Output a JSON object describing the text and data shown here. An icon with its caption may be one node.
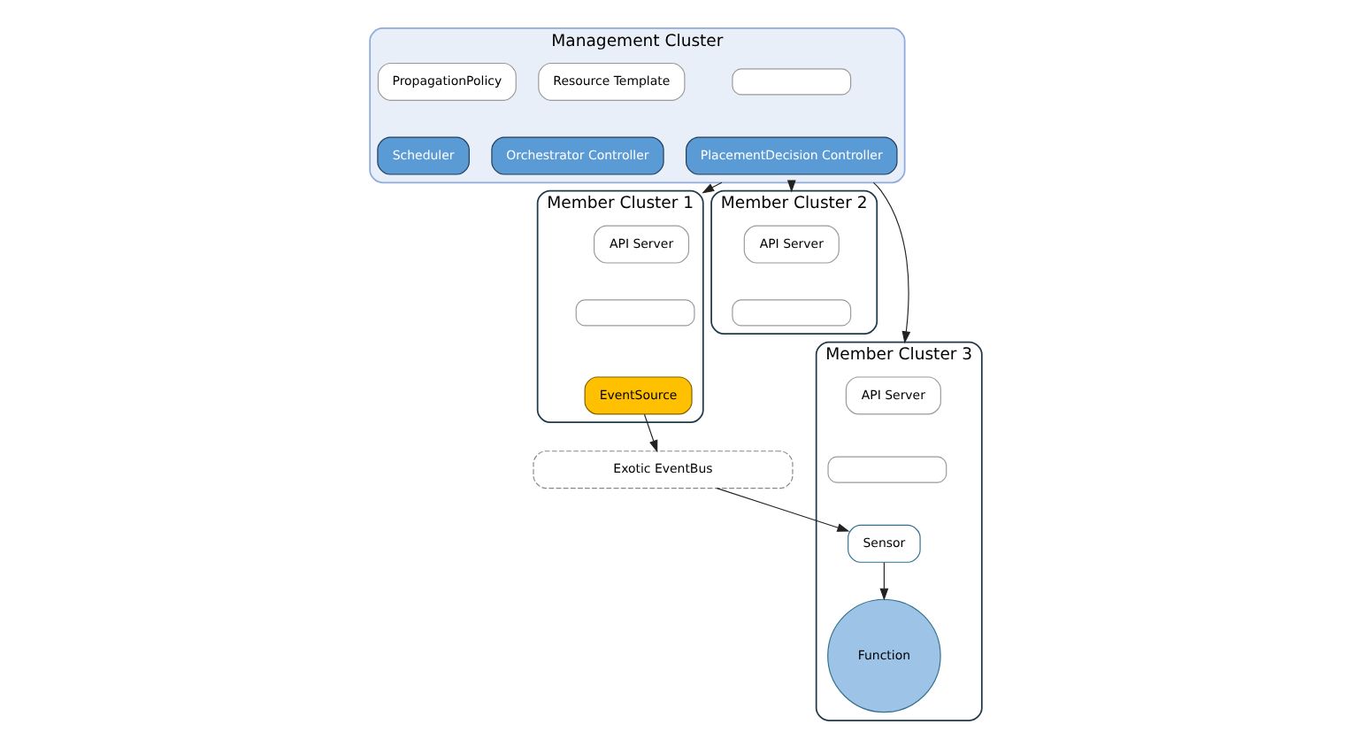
{
  "diagram": {
    "nodes": [
      {
        "text": [
          "Management Cluster"
        ]
      },
      {
        "text": [],
        "shape": "box",
        "in": 0
      },
      {
        "text": [
          "Resource Template"
        ],
        "in": 0
      },
      {
        "text": [
          "PropagationPolicy"
        ],
        "in": 0
      },
      {
        "text": [
          "PlacementDecision Controller"
        ],
        "in": 0
      },
      {
        "text": [
          "Orchestrator Controller"
        ],
        "in": 0
      },
      {
        "text": [
          "Scheduler"
        ],
        "in": 0
      },
      {
        "text": [
          "Member Cluster 1"
        ]
      },
      {
        "text": [
          "API Server"
        ],
        "in": 7
      },
      {
        "text": [],
        "shape": "box",
        "in": 7
      },
      {
        "text": [
          "EventSource"
        ],
        "in": 7
      },
      {
        "text": [
          "Member Cluster 2"
        ]
      },
      {
        "text": [
          "API Server"
        ],
        "in": 11
      },
      {
        "text": [],
        "shape": "box",
        "in": 11
      },
      {
        "text": [
          "Exotic EventBus"
        ]
      },
      {
        "text": [
          "Member Cluster 3"
        ]
      },
      {
        "text": [
          "API Server"
        ],
        "in": 15
      },
      {
        "text": [],
        "shape": "box",
        "in": 15
      },
      {
        "text": [
          "Sensor"
        ],
        "in": 15
      },
      {
        "text": [
          "Function"
        ],
        "in": 15
      }
    ],
    "edges": [
      {
        "from": 0,
        "to": 7,
        "arrow": "to"
      },
      {
        "from": 0,
        "to": 11,
        "arrow": "to"
      },
      {
        "from": 0,
        "to": 15,
        "arrow": "to"
      },
      {
        "from": 10,
        "to": 14,
        "arrow": "to"
      },
      {
        "from": 14,
        "to": 18,
        "arrow": "to"
      },
      {
        "from": 18,
        "to": 19,
        "arrow": "to"
      }
    ]
  }
}
